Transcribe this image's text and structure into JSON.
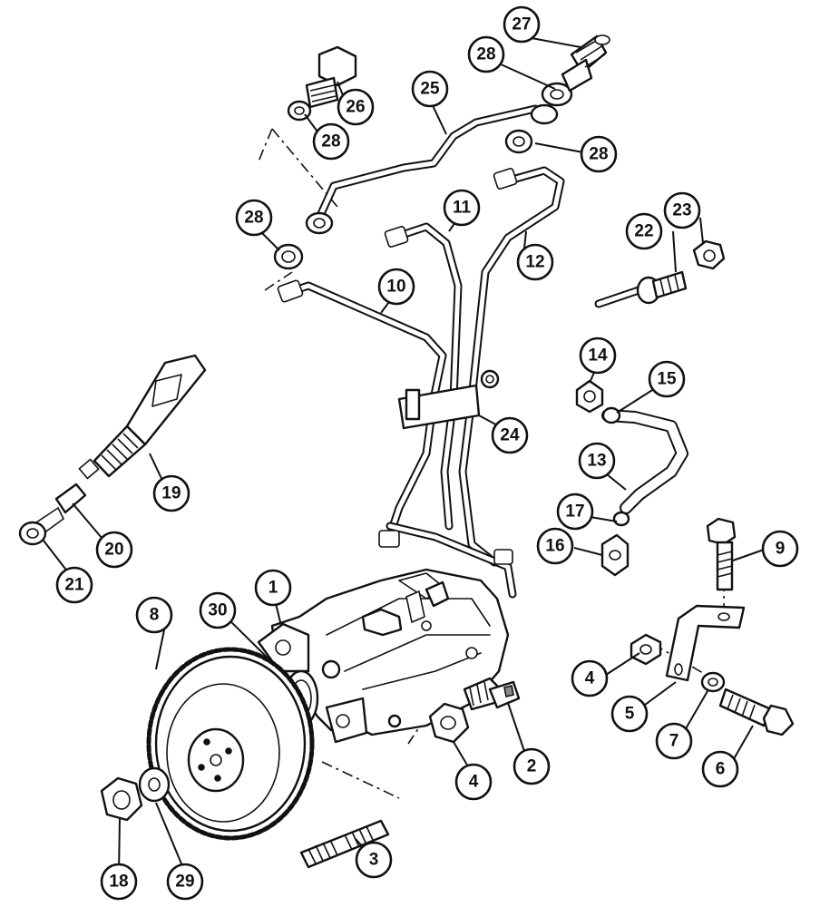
{
  "callouts": {
    "c1": "1",
    "c2": "2",
    "c3": "3",
    "c4a": "4",
    "c4b": "4",
    "c5": "5",
    "c6": "6",
    "c7": "7",
    "c8": "8",
    "c9": "9",
    "c10": "10",
    "c11": "11",
    "c12": "12",
    "c13": "13",
    "c14": "14",
    "c15": "15",
    "c16": "16",
    "c17": "17",
    "c18": "18",
    "c19": "19",
    "c20": "20",
    "c21": "21",
    "c22": "22",
    "c23": "23",
    "c24": "24",
    "c25": "25",
    "c26": "26",
    "c27": "27",
    "c28a": "28",
    "c28b": "28",
    "c28c": "28",
    "c28d": "28",
    "c29": "29",
    "c30": "30"
  }
}
